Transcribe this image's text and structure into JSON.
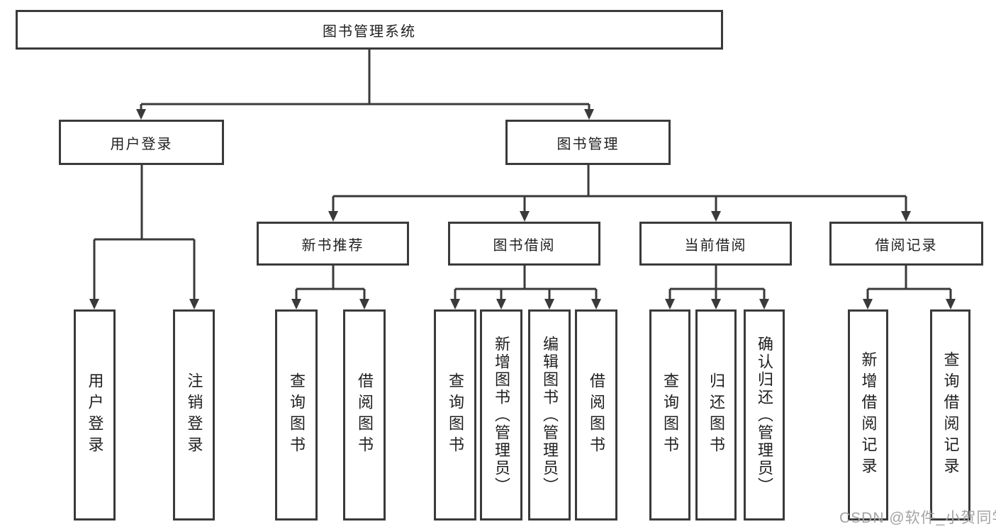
{
  "tree": {
    "root": {
      "label": "图书管理系统"
    },
    "branches": [
      {
        "label": "用户登录",
        "children": [
          {
            "label": "用户登录"
          },
          {
            "label": "注销登录"
          }
        ]
      },
      {
        "label": "图书管理",
        "children": [
          {
            "label": "新书推荐",
            "children": [
              {
                "label": "查询图书"
              },
              {
                "label": "借阅图书"
              }
            ]
          },
          {
            "label": "图书借阅",
            "children": [
              {
                "label": "查询图书"
              },
              {
                "label": "新增图书（管理员）"
              },
              {
                "label": "编辑图书（管理员）"
              },
              {
                "label": "借阅图书"
              }
            ]
          },
          {
            "label": "当前借阅",
            "children": [
              {
                "label": "查询图书"
              },
              {
                "label": "归还图书"
              },
              {
                "label": "确认归还（管理员）"
              }
            ]
          },
          {
            "label": "借阅记录",
            "children": [
              {
                "label": "新增借阅记录"
              },
              {
                "label": "查询借阅记录"
              }
            ]
          }
        ]
      }
    ]
  },
  "watermark": {
    "text": "CSDN @软件_小贺同学"
  },
  "colors": {
    "line": "#3a3a3a",
    "text": "#1f1f1f",
    "watermark": "#a3a3a3",
    "background": "#ffffff"
  }
}
